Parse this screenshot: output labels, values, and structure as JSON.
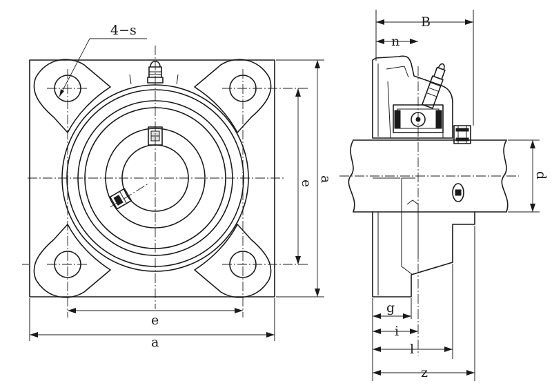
{
  "labels": {
    "bolt_holes": "4−s",
    "bolt_spacing_h": "e",
    "bolt_spacing_v": "e",
    "flange_width_h": "a",
    "flange_width_v": "a",
    "overall_width": "B",
    "n": "n",
    "shaft_diameter": "d",
    "g": "g",
    "i": "i",
    "l": "l",
    "z": "z"
  }
}
